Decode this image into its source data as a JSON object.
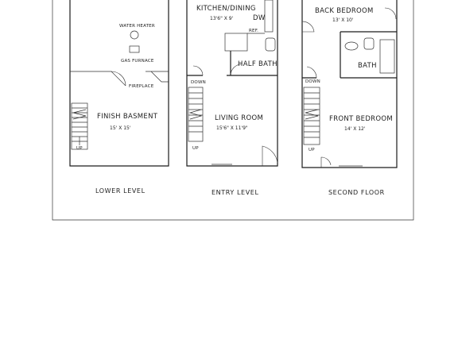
{
  "lower_level": {
    "water_heater": "WATER HEATER",
    "gas_furnace": "GAS FURNACE",
    "fireplace": "FIREPLACE",
    "room_name": "FINISH BASMENT",
    "room_dim": "15' X 15'",
    "stair_up": "UP",
    "level_label": "LOWER LEVEL"
  },
  "entry_level": {
    "kitchen_name": "KITCHEN/DINING",
    "kitchen_dim": "13'6\" X 9'",
    "dw": "DW",
    "ref": "REF.",
    "half_bath": "HALF BATH",
    "stair_down": "DOWN",
    "living_name": "LIVING ROOM",
    "living_dim": "15'6\" X 11'9\"",
    "stair_up": "UP",
    "level_label": "ENTRY LEVEL"
  },
  "second_floor": {
    "back_bedroom": "BACK BEDROOM",
    "back_dim": "13' X 10'",
    "bath": "BATH",
    "stair_down": "DOWN",
    "front_bedroom": "FRONT BEDROOM",
    "front_dim": "14' X 12'",
    "stair_up": "UP",
    "level_label": "SECOND FLOOR"
  }
}
